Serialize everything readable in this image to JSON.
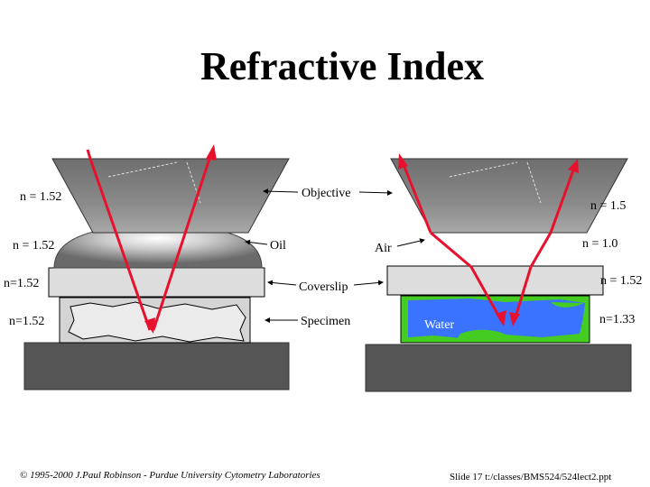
{
  "title": "Refractive Index",
  "left_labels": {
    "objective_n": "n = 1.52",
    "oil_n": "n = 1.52",
    "coverslip_n": "n=1.52",
    "specimen_n": "n=1.52"
  },
  "center_labels": {
    "objective": "Objective",
    "oil": "Oil",
    "air": "Air",
    "coverslip": "Coverslip",
    "specimen": "Specimen"
  },
  "right_labels": {
    "objective_n": "n = 1.5",
    "air_n": "n = 1.0",
    "coverslip_n": "n = 1.52",
    "water_n": "n=1.33",
    "water": "Water"
  },
  "footer": {
    "copyright": "© 1995-2000 J.Paul Robinson - Purdue University Cytometry Laboratories",
    "slide_ref": "Slide 17  t:/classes/BMS524/524lect2.ppt"
  },
  "colors": {
    "ray": "#e8112d",
    "water": "#3a73ff",
    "algae": "#44cc22",
    "stage": "#555555",
    "coverslip": "#dddddd",
    "objective": "#777777"
  }
}
